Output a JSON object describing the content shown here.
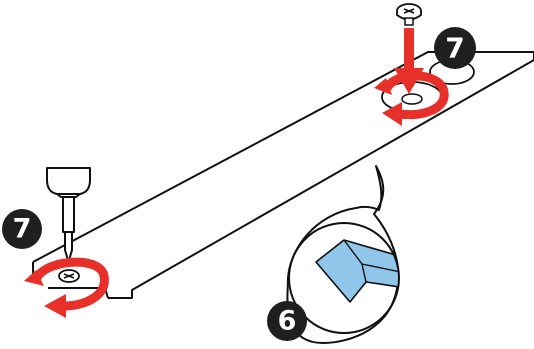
{
  "steps": {
    "screw_top": {
      "label": "7"
    },
    "screw_left": {
      "label": "7"
    },
    "insert_module": {
      "label": "6"
    }
  },
  "colors": {
    "line": "#111111",
    "badge": "#1f1f1f",
    "arrow_red": "#e8302a",
    "module_blue": "#8fc6ea",
    "background": "#ffffff"
  },
  "icons": {
    "screwdriver": "screwdriver-icon",
    "screw": "screw-icon",
    "rotate_arrow": "rotate-clockwise-arrow-icon",
    "down_arrow": "down-arrow-icon"
  }
}
